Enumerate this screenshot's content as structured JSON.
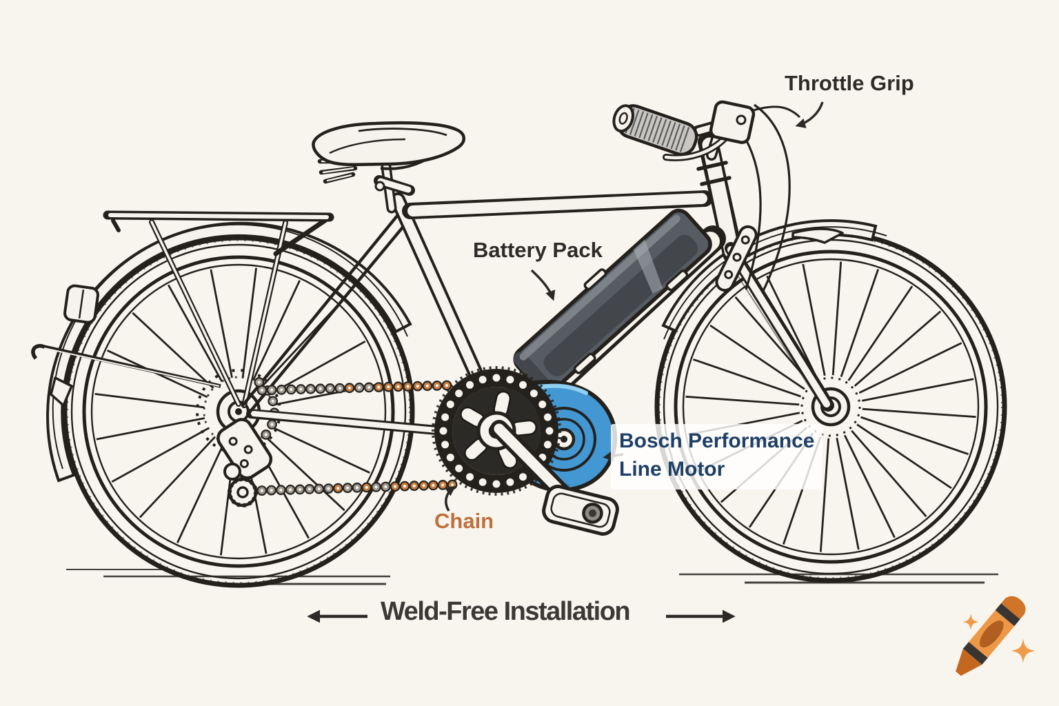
{
  "canvas": {
    "background": "#f8f5ef"
  },
  "labels": {
    "throttle_grip": "Throttle Grip",
    "battery_pack": "Battery Pack",
    "motor_line1": "Bosch Performance",
    "motor_line2": "Line Motor",
    "chain": "Chain",
    "caption": "Weld-Free Installation"
  },
  "colors": {
    "background": "#f8f5ef",
    "paper": "#f6f3ec",
    "line": "#24211d",
    "label_dark": "#2e2c29",
    "label_navy": "#1e3f66",
    "label_orange": "#bf6f3c",
    "caption_dark": "#3b3936",
    "arrow": "#2b2a27",
    "motor_blue": "#4397d2",
    "motor_blue_light": "#8fd0f2",
    "motor_blue_dark": "#2a76a8",
    "battery_gray": "#575c62",
    "battery_dark": "#43474c",
    "battery_light": "#82888f",
    "chain_gray": "#a19a90",
    "chain_orange": "#c97e3f",
    "grip_gray": "#c8c7c3",
    "crayon_orange": "#ee9847",
    "crayon_dark": "#c4671f",
    "crayon_cap": "#cf7428",
    "crayon_oval": "#b05f21",
    "crayon_stripe": "#3a3531",
    "sparkle_orange": "#ef9b4a"
  },
  "icons": {
    "crayon_logo": "orange-crayon-with-sparkles"
  }
}
